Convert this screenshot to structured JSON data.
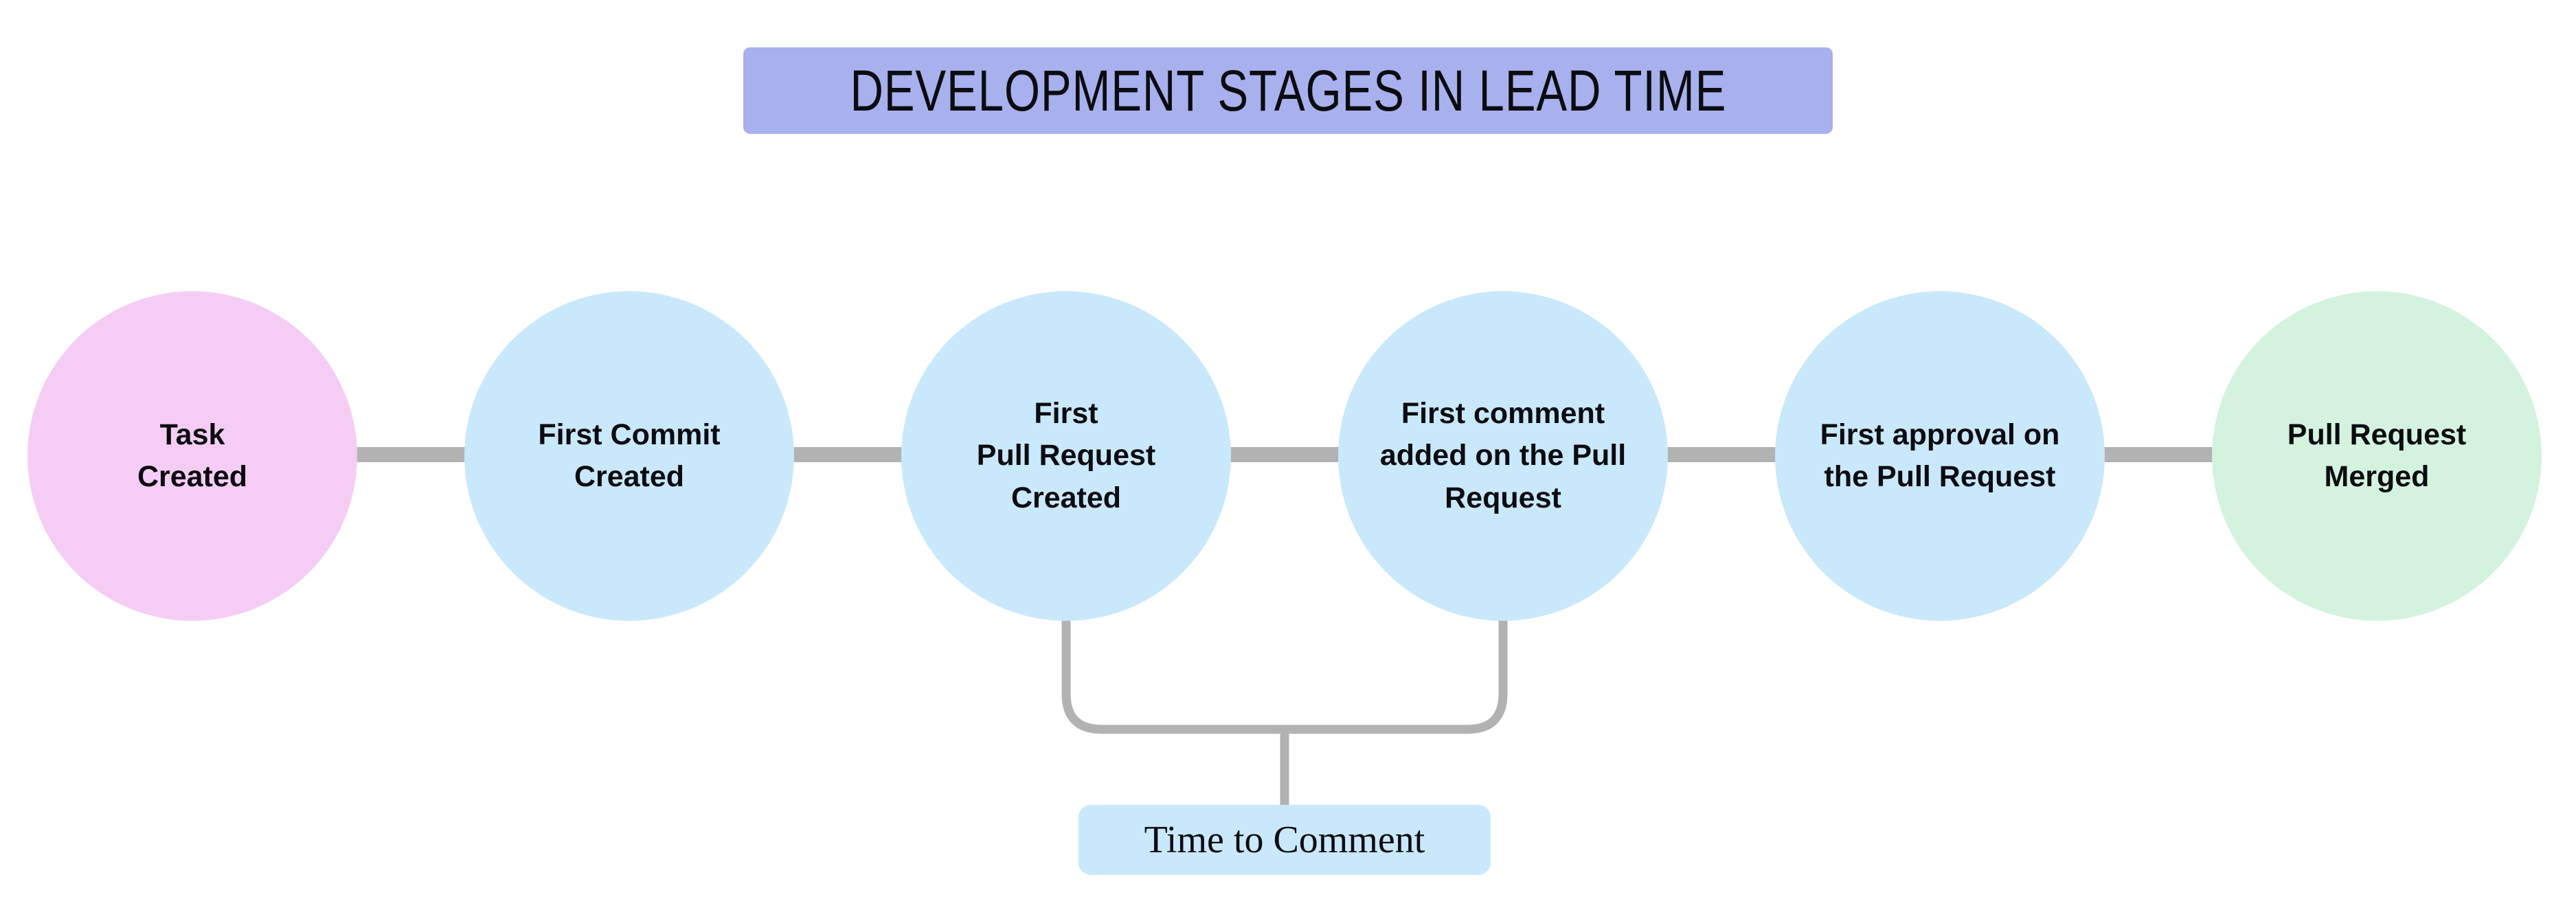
{
  "title": {
    "text": "DEVELOPMENT STAGES IN LEAD TIME",
    "background": "#a8b1ee",
    "text_color": "#0c0c10"
  },
  "flow": {
    "connector_color": "#b2b2b2",
    "stages": [
      {
        "label": "Task\nCreated",
        "color": "#f5cdf4"
      },
      {
        "label": "First Commit\nCreated",
        "color": "#c9e8fb"
      },
      {
        "label": "First\nPull Request\nCreated",
        "color": "#c9e8fb"
      },
      {
        "label": "First comment\nadded on the Pull\nRequest",
        "color": "#c9e8fb"
      },
      {
        "label": "First approval on\nthe Pull Request",
        "color": "#c9e8fb"
      },
      {
        "label": "Pull Request\nMerged",
        "color": "#d3f3de"
      }
    ]
  },
  "annotation": {
    "label": "Time to Comment",
    "background": "#c9e8fb",
    "bracket_color": "#b2b2b2"
  }
}
